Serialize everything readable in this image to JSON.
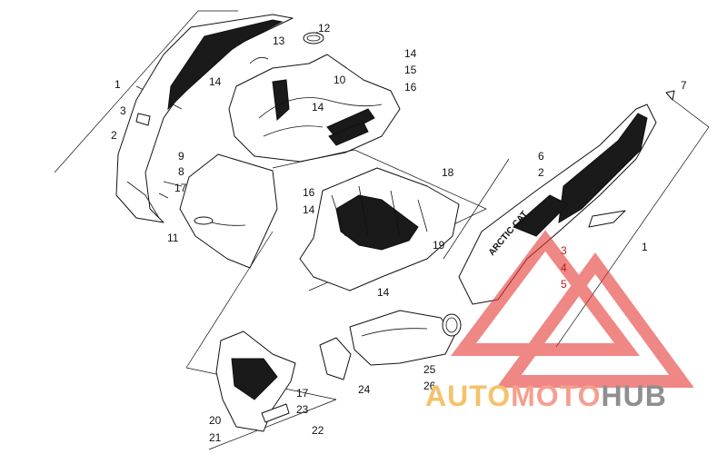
{
  "callouts": [
    {
      "id": "c1a",
      "label": "1"
    },
    {
      "id": "c1b",
      "label": "1"
    },
    {
      "id": "c2a",
      "label": "2"
    },
    {
      "id": "c2b",
      "label": "2"
    },
    {
      "id": "c3a",
      "label": "3"
    },
    {
      "id": "c3b",
      "label": "3"
    },
    {
      "id": "c4",
      "label": "4"
    },
    {
      "id": "c5",
      "label": "5"
    },
    {
      "id": "c6",
      "label": "6"
    },
    {
      "id": "c7",
      "label": "7"
    },
    {
      "id": "c8",
      "label": "8"
    },
    {
      "id": "c9",
      "label": "9"
    },
    {
      "id": "c10",
      "label": "10"
    },
    {
      "id": "c11",
      "label": "11"
    },
    {
      "id": "c12",
      "label": "12"
    },
    {
      "id": "c13",
      "label": "13"
    },
    {
      "id": "c14a",
      "label": "14"
    },
    {
      "id": "c14b",
      "label": "14"
    },
    {
      "id": "c14c",
      "label": "14"
    },
    {
      "id": "c14d",
      "label": "14"
    },
    {
      "id": "c14e",
      "label": "14"
    },
    {
      "id": "c15",
      "label": "15"
    },
    {
      "id": "c16a",
      "label": "16"
    },
    {
      "id": "c16b",
      "label": "16"
    },
    {
      "id": "c17a",
      "label": "17"
    },
    {
      "id": "c17b",
      "label": "17"
    },
    {
      "id": "c18",
      "label": "18"
    },
    {
      "id": "c19",
      "label": "19"
    },
    {
      "id": "c20",
      "label": "20"
    },
    {
      "id": "c21",
      "label": "21"
    },
    {
      "id": "c22",
      "label": "22"
    },
    {
      "id": "c23",
      "label": "23"
    },
    {
      "id": "c24",
      "label": "24"
    },
    {
      "id": "c25",
      "label": "25"
    },
    {
      "id": "c26",
      "label": "26"
    }
  ],
  "decal_text": "ARCTIC CAT",
  "watermark": {
    "part_a": "AUTO",
    "part_b": "MOTO",
    "part_c": "HUB"
  },
  "colors": {
    "line": "#111111",
    "watermark_red": "#e53935",
    "watermark_yellow": "#f5c26b",
    "watermark_gray": "#8f8f8f"
  }
}
